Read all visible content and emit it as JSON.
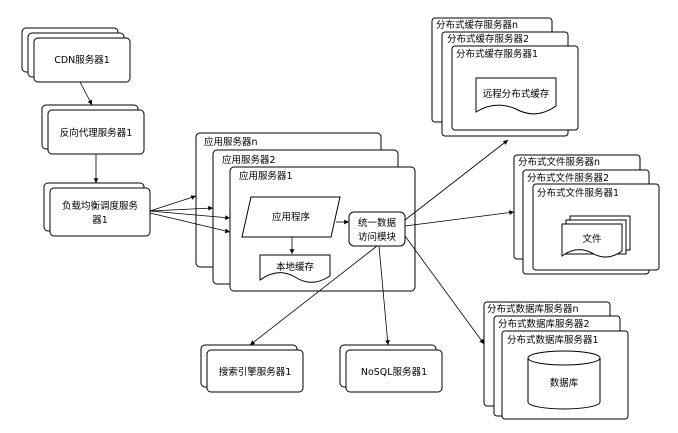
{
  "cdn": {
    "title": "CDN服务器1"
  },
  "proxy": {
    "title": "反向代理服务器1"
  },
  "lb": {
    "line1": "负载均衡调度服务",
    "line2": "器1"
  },
  "app": {
    "title_n": "应用服务器n",
    "title_2": "应用服务器2",
    "title_1": "应用服务器1",
    "program": "应用程序",
    "local_cache": "本地缓存",
    "access_line1": "统一数据",
    "access_line2": "访问模块"
  },
  "cache": {
    "title_n": "分布式缓存服务器n",
    "title_2": "分布式缓存服务器2",
    "title_1": "分布式缓存服务器1",
    "remote": "远程分布式缓存"
  },
  "file": {
    "title_n": "分布式文件服务器n",
    "title_2": "分布式文件服务器2",
    "title_1": "分布式文件服务器1",
    "doc": "文件"
  },
  "db": {
    "title_n": "分布式数据库服务器n",
    "title_2": "分布式数据库服务器2",
    "title_1": "分布式数据库服务器1",
    "cylinder": "数据库"
  },
  "search": {
    "title": "搜索引擎服务器1"
  },
  "nosql": {
    "title": "NoSQL服务器1"
  }
}
